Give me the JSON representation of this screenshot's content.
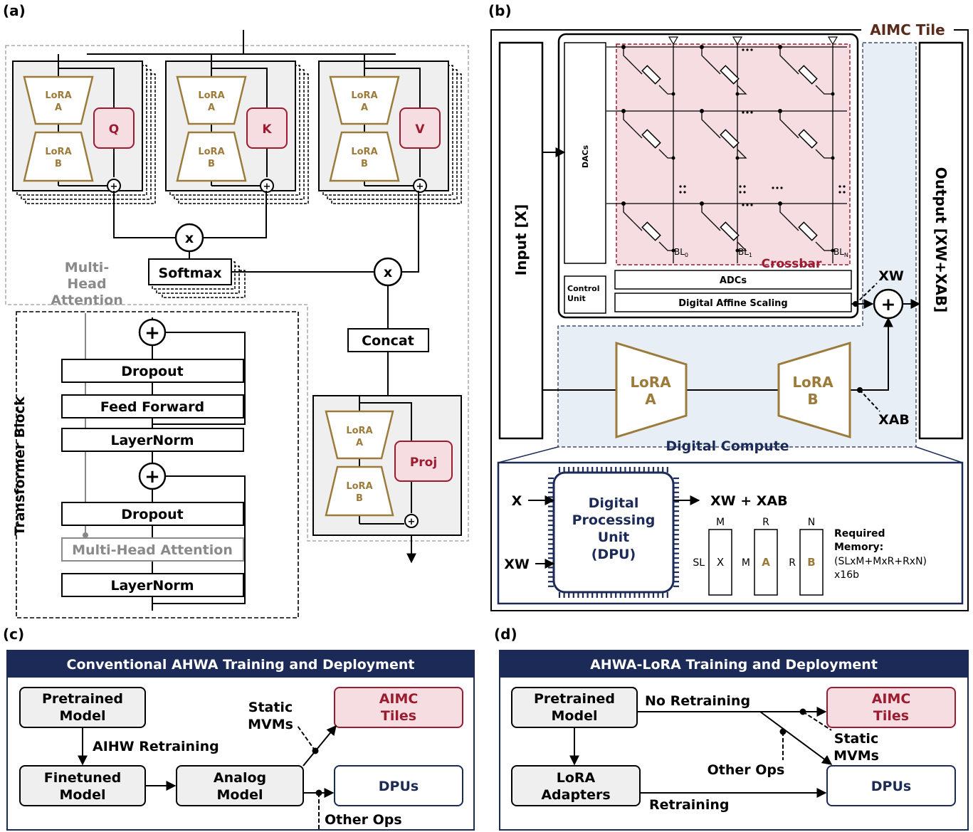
{
  "colors": {
    "navy": "#1b2a57",
    "gold": "#9c7b3a",
    "red": "#9b1b30",
    "pink": "#f6dde1",
    "grey": "#efefef",
    "lightblue": "#e7eef5"
  },
  "panel_a": {
    "tag": "(a)",
    "heads": [
      {
        "a": "LoRA\nA",
        "b": "LoRA\nB",
        "w": "Q"
      },
      {
        "a": "LoRA\nA",
        "b": "LoRA\nB",
        "w": "K"
      },
      {
        "a": "LoRA\nA",
        "b": "LoRA\nB",
        "w": "V"
      }
    ],
    "mult": "x",
    "plus": "+",
    "softmax": "Softmax",
    "concat": "Concat",
    "mha_label": "Multi-\nHead\nAttention",
    "proj": {
      "a": "LoRA\nA",
      "b": "LoRA\nB",
      "w": "Proj"
    },
    "block_label": "Transformer Block",
    "layers": [
      "Dropout",
      "Feed Forward",
      "LayerNorm",
      "Dropout",
      "Multi-Head Attention",
      "LayerNorm"
    ]
  },
  "panel_b": {
    "tag": "(b)",
    "tile_title": "AIMC Tile",
    "input": "Input [X]",
    "output": "Output [XW+XAB]",
    "dacs": "DACs",
    "control": "Control\nUnit",
    "adcs": "ADCs",
    "affine": "Digital Affine Scaling",
    "crossbar": "Crossbar",
    "bl": [
      "BL",
      "BL",
      "BL"
    ],
    "bl_sub": [
      "0",
      "1",
      "N"
    ],
    "xw": "XW",
    "xab": "XAB",
    "lora_a": "LoRA\nA",
    "lora_b": "LoRA\nB",
    "digital_compute": "Digital Compute",
    "dpu": "Digital\nProcessing\nUnit\n(DPU)",
    "dpu_in_x": "X",
    "dpu_in_xw": "XW",
    "dpu_out": "XW + XAB",
    "mat_top": [
      "M",
      "R",
      "N"
    ],
    "mat_side": [
      "SL",
      "M",
      "R"
    ],
    "mat_names": [
      "X",
      "A",
      "B"
    ],
    "memory": "Required\nMemory:",
    "memory_formula": "(SLxM+MxR+RxN)\nx16b"
  },
  "panel_c": {
    "tag": "(c)",
    "header": "Conventional AHWA Training and Deployment",
    "pretrained": "Pretrained\nModel",
    "finetuned": "Finetuned\nModel",
    "analog": "Analog\nModel",
    "aimc": "AIMC\nTiles",
    "dpus": "DPUs",
    "retrain": "AIHW Retraining",
    "static": "Static\nMVMs",
    "other": "Other Ops"
  },
  "panel_d": {
    "tag": "(d)",
    "header": "AHWA-LoRA Training and Deployment",
    "pretrained": "Pretrained\nModel",
    "adapters": "LoRA\nAdapters",
    "aimc": "AIMC\nTiles",
    "dpus": "DPUs",
    "noretrain": "No Retraining",
    "retrain": "Retraining",
    "static": "Static\nMVMs",
    "other": "Other Ops"
  }
}
